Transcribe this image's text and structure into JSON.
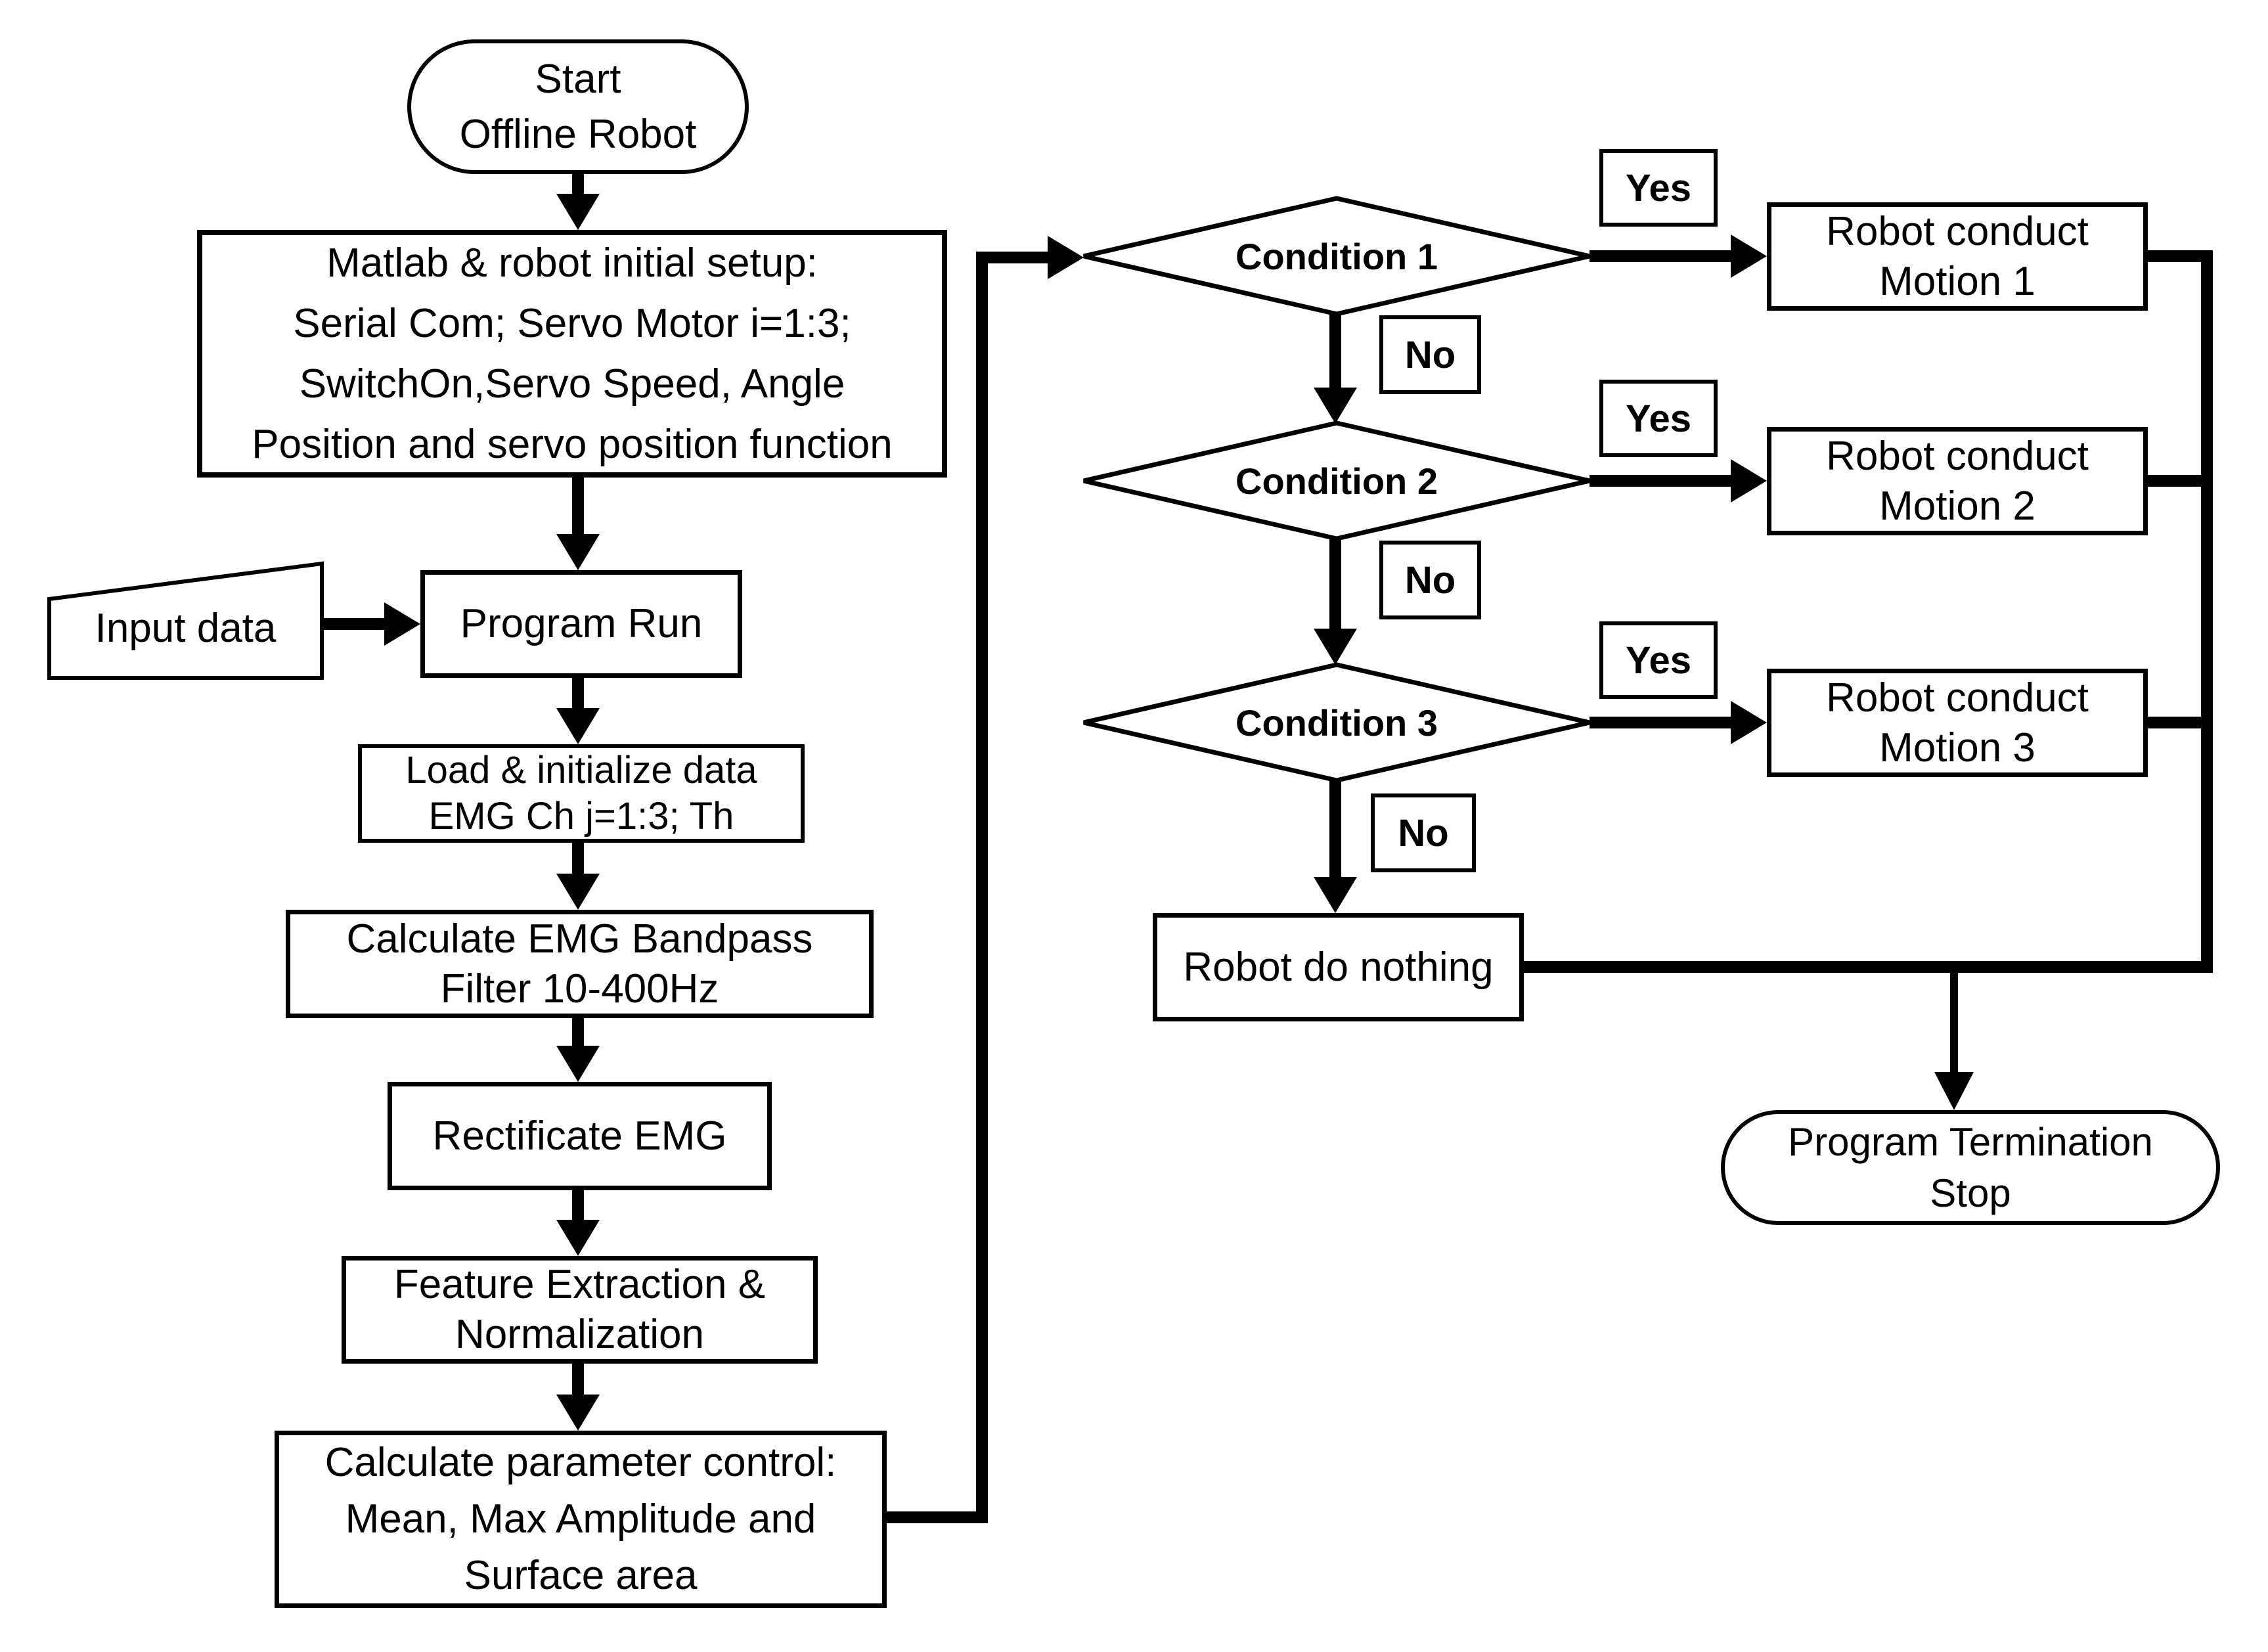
{
  "diagram": {
    "background_color": "#ffffff",
    "line_color": "#000000",
    "nodes": {
      "start": {
        "type": "terminator",
        "lines": [
          "Start",
          "Offline Robot"
        ]
      },
      "setup": {
        "type": "process",
        "lines": [
          "Matlab & robot initial setup:",
          "Serial Com; Servo Motor i=1:3;",
          "SwitchOn,Servo Speed, Angle",
          "Position and servo position function"
        ]
      },
      "input_data": {
        "type": "manual-input",
        "lines": [
          "Input data"
        ]
      },
      "program_run": {
        "type": "process",
        "lines": [
          "Program Run"
        ]
      },
      "load_init": {
        "type": "process",
        "lines": [
          "Load & initialize data",
          "EMG Ch j=1:3; Th"
        ]
      },
      "bandpass": {
        "type": "process",
        "lines": [
          "Calculate  EMG Bandpass",
          "Filter 10-400Hz"
        ]
      },
      "rectify": {
        "type": "process",
        "lines": [
          "Rectificate EMG"
        ]
      },
      "feature": {
        "type": "process",
        "lines": [
          "Feature Extraction &",
          "Normalization"
        ]
      },
      "calc_param": {
        "type": "process",
        "lines": [
          "Calculate parameter control:",
          "Mean, Max Amplitude and",
          "Surface area"
        ]
      },
      "condition1": {
        "type": "decision",
        "lines": [
          "Condition 1"
        ]
      },
      "condition2": {
        "type": "decision",
        "lines": [
          "Condition 2"
        ]
      },
      "condition3": {
        "type": "decision",
        "lines": [
          "Condition 3"
        ]
      },
      "motion1": {
        "type": "process",
        "lines": [
          "Robot conduct",
          "Motion 1"
        ]
      },
      "motion2": {
        "type": "process",
        "lines": [
          "Robot conduct",
          "Motion 2"
        ]
      },
      "motion3": {
        "type": "process",
        "lines": [
          "Robot conduct",
          "Motion 3"
        ]
      },
      "do_nothing": {
        "type": "process",
        "lines": [
          "Robot do nothing"
        ]
      },
      "terminate": {
        "type": "terminator",
        "lines": [
          "Program Termination",
          "Stop"
        ]
      }
    },
    "edge_labels": {
      "yes1": "Yes",
      "no1": "No",
      "yes2": "Yes",
      "no2": "No",
      "yes3": "Yes",
      "no3": "No"
    }
  }
}
